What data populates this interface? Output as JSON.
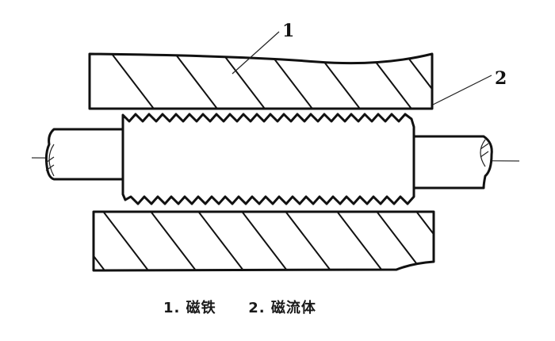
{
  "figure": {
    "description": "Magnetic fluid seal: toothed shaft between two hatched magnets",
    "labels": [
      {
        "id": "1",
        "text": "1",
        "target": "top magnet"
      },
      {
        "id": "2",
        "text": "2",
        "target": "magnetic fluid in gap"
      }
    ],
    "caption": {
      "items": [
        {
          "number": "1.",
          "text": "磁铁"
        },
        {
          "number": "2.",
          "text": "磁流体"
        }
      ]
    },
    "colors": {
      "line": "#111111",
      "background": "#ffffff"
    }
  }
}
